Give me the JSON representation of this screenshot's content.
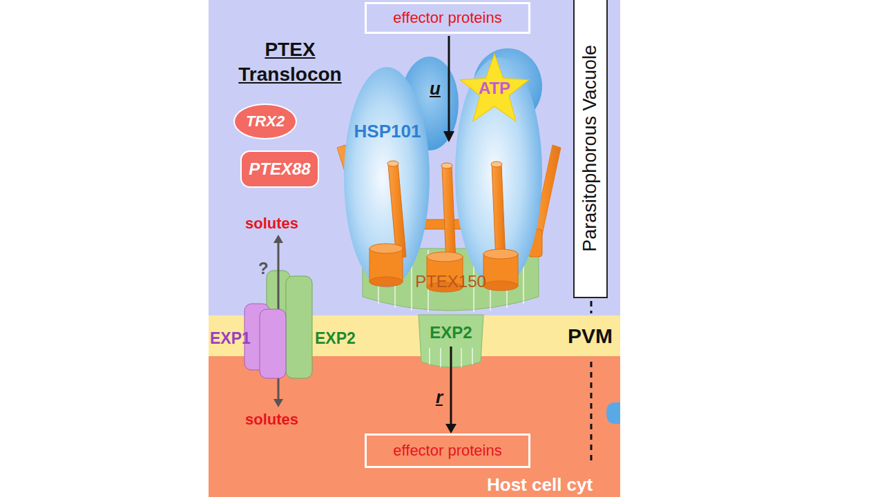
{
  "diagram": {
    "nodes": [
      {
        "text": [
          "effector proteins"
        ]
      },
      {
        "text": [
          "TRX2"
        ]
      },
      {
        "text": [
          "PTEX88"
        ]
      },
      {
        "text": [
          "HSP101"
        ]
      },
      {
        "text": [
          "ATP"
        ]
      },
      {
        "text": [
          "PTEX150"
        ]
      },
      {
        "text": [
          "EXP2"
        ]
      },
      {
        "text": [
          "Parasitophorous Vacuole"
        ]
      },
      {
        "text": [
          "effector proteins"
        ]
      }
    ],
    "edges": [
      {
        "from": 6,
        "to": 8,
        "arrow": "to",
        "label": "r"
      }
    ],
    "labels": [
      "PTEX Translocon",
      "u",
      "solutes",
      "?",
      "EXP1",
      "EXP2",
      "PVM",
      "solutes",
      "Host cell cyt"
    ]
  }
}
